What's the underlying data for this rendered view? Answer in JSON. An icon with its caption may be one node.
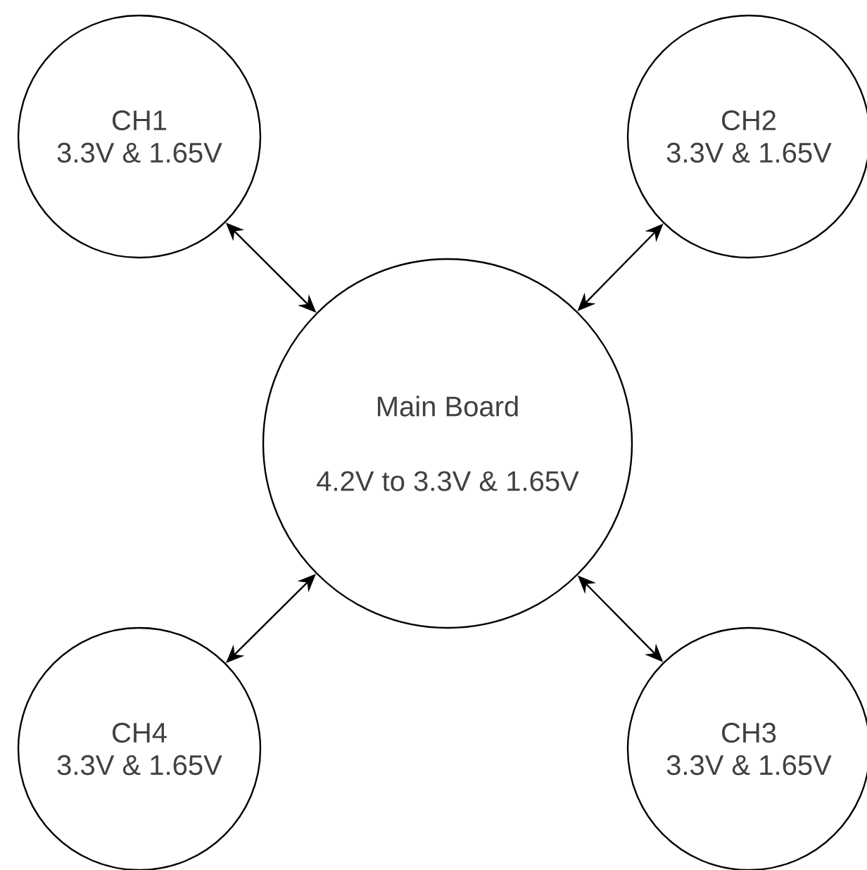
{
  "diagram": {
    "nodes": [
      {
        "text": [
          "CH1",
          "3.3V & 1.65V"
        ]
      },
      {
        "text": [
          "CH2",
          "3.3V & 1.65V"
        ]
      },
      {
        "text": [
          "Main Board",
          "4.2V to 3.3V & 1.65V"
        ]
      },
      {
        "text": [
          "CH4",
          "3.3V & 1.65V"
        ]
      },
      {
        "text": [
          "CH3",
          "3.3V & 1.65V"
        ]
      }
    ],
    "edges": [
      {
        "from": 0,
        "to": 2,
        "arrow": "both"
      },
      {
        "from": 1,
        "to": 2,
        "arrow": "both"
      },
      {
        "from": 3,
        "to": 2,
        "arrow": "both"
      },
      {
        "from": 4,
        "to": 2,
        "arrow": "both"
      }
    ]
  }
}
